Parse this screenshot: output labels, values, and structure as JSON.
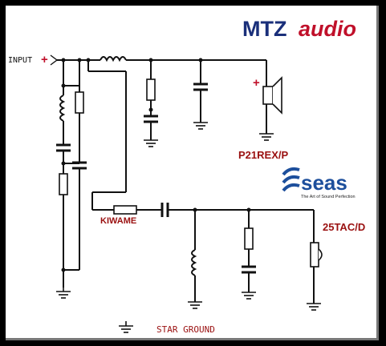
{
  "brand": {
    "mtz": "MTZ",
    "audio": "audio",
    "seas_logo_text": "seas",
    "seas_tagline": "The Art of Sound Perfection"
  },
  "labels": {
    "input": "INPUT",
    "woofer_model": "P21REX/P",
    "tweeter_model": "25TAC/D",
    "resistor_note": "KIWAME",
    "star_ground": "STAR GROUND",
    "plus_input": "+",
    "plus_woofer": "+"
  },
  "colors": {
    "mtz_blue": "#1a2f7a",
    "audio_red": "#c0102a",
    "label_red": "#9a1010",
    "seas_blue": "#1d4f9c"
  },
  "icons": [
    "speaker-icon",
    "ground-icon",
    "capacitor-icon",
    "inductor-icon",
    "resistor-icon"
  ]
}
